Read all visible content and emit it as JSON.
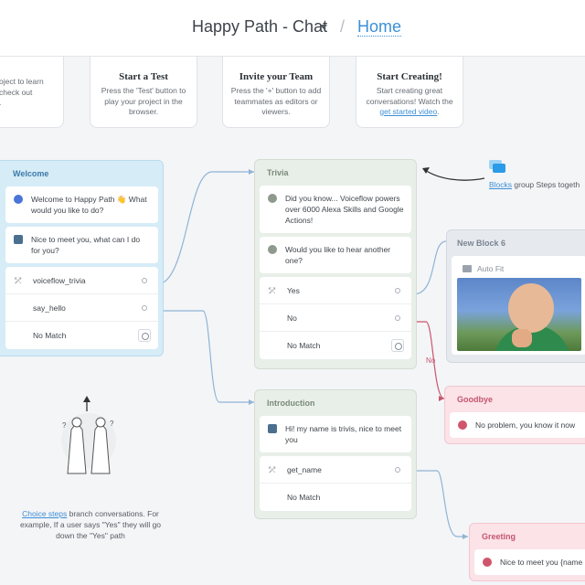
{
  "header": {
    "project": "Happy Path - Chat",
    "separator": "/",
    "page": "Home"
  },
  "tutorial_cards": [
    {
      "title": "",
      "text": "oject to learn\ncheck out\n."
    },
    {
      "title": "Start a Test",
      "text": "Press the 'Test' button to play your project in the browser."
    },
    {
      "title": "Invite your Team",
      "text": "Press the '+' button to add teammates as editors or viewers."
    },
    {
      "title": "Start Creating!",
      "text_before": "Start creating great conversations! Watch the",
      "link": "get started video",
      "text_after": "."
    }
  ],
  "blocks": {
    "welcome": {
      "title": "Welcome",
      "speak": "Welcome to Happy Path 👋 What would you like to do?",
      "text": "Nice to meet you, what can I do for you?",
      "choices": [
        "voiceflow_trivia",
        "say_hello"
      ],
      "no_match": "No Match"
    },
    "trivia": {
      "title": "Trivia",
      "msg1": "Did you know... Voiceflow powers over 6000 Alexa Skills and Google Actions!",
      "msg2": "Would you like to hear another one?",
      "choices": [
        "Yes",
        "No"
      ],
      "no_match": "No Match"
    },
    "new_block": {
      "title": "New Block 6",
      "step": "Auto Fit"
    },
    "goodbye": {
      "title": "Goodbye",
      "text": "No problem, you know it now"
    },
    "introduction": {
      "title": "Introduction",
      "text": "Hi! my name is trivis, nice to meet you",
      "choice": "get_name",
      "no_match": "No Match"
    },
    "greeting": {
      "title": "Greeting",
      "text": "Nice to meet you {name"
    }
  },
  "labels": {
    "no_branch": "No"
  },
  "notes": {
    "blocks_link": "Blocks",
    "blocks_text": " group Steps togeth",
    "choice_link": "Choice steps",
    "choice_text": " branch conversations. For example, If a user says \"Yes\" they will go down the \"Yes\" path"
  },
  "colors": {
    "accent": "#3d8fd6",
    "welcome": "#d6ecf7",
    "flow": "#e8efe8",
    "goodbye": "#fbe3e8"
  }
}
